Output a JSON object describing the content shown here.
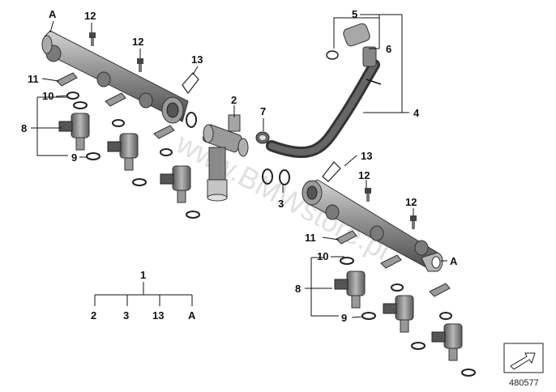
{
  "diagram": {
    "labels": {
      "A_top": "A",
      "A_right": "A",
      "n12_a": "12",
      "n12_b": "12",
      "n12_c": "12",
      "n12_d": "12",
      "n13_a": "13",
      "n13_b": "13",
      "n11_a": "11",
      "n11_b": "11",
      "n10_a": "10",
      "n10_b": "10",
      "n8_a": "8",
      "n8_b": "8",
      "n9_a": "9",
      "n9_b": "9",
      "n2": "2",
      "n7": "7",
      "n3": "3",
      "n5": "5",
      "n6": "6",
      "n4": "4"
    },
    "tree": {
      "root": "1",
      "children": [
        "2",
        "3",
        "13",
        "A"
      ]
    },
    "watermark": "www.BMWstore.pl",
    "reference_number": "480577",
    "colors": {
      "part_gray": "#8e8e8e",
      "part_dark": "#4a4a4a",
      "part_light": "#c9c9c9",
      "hose": "#3a3a3a",
      "line": "#111111",
      "watermark": "#c8c8c8"
    }
  }
}
